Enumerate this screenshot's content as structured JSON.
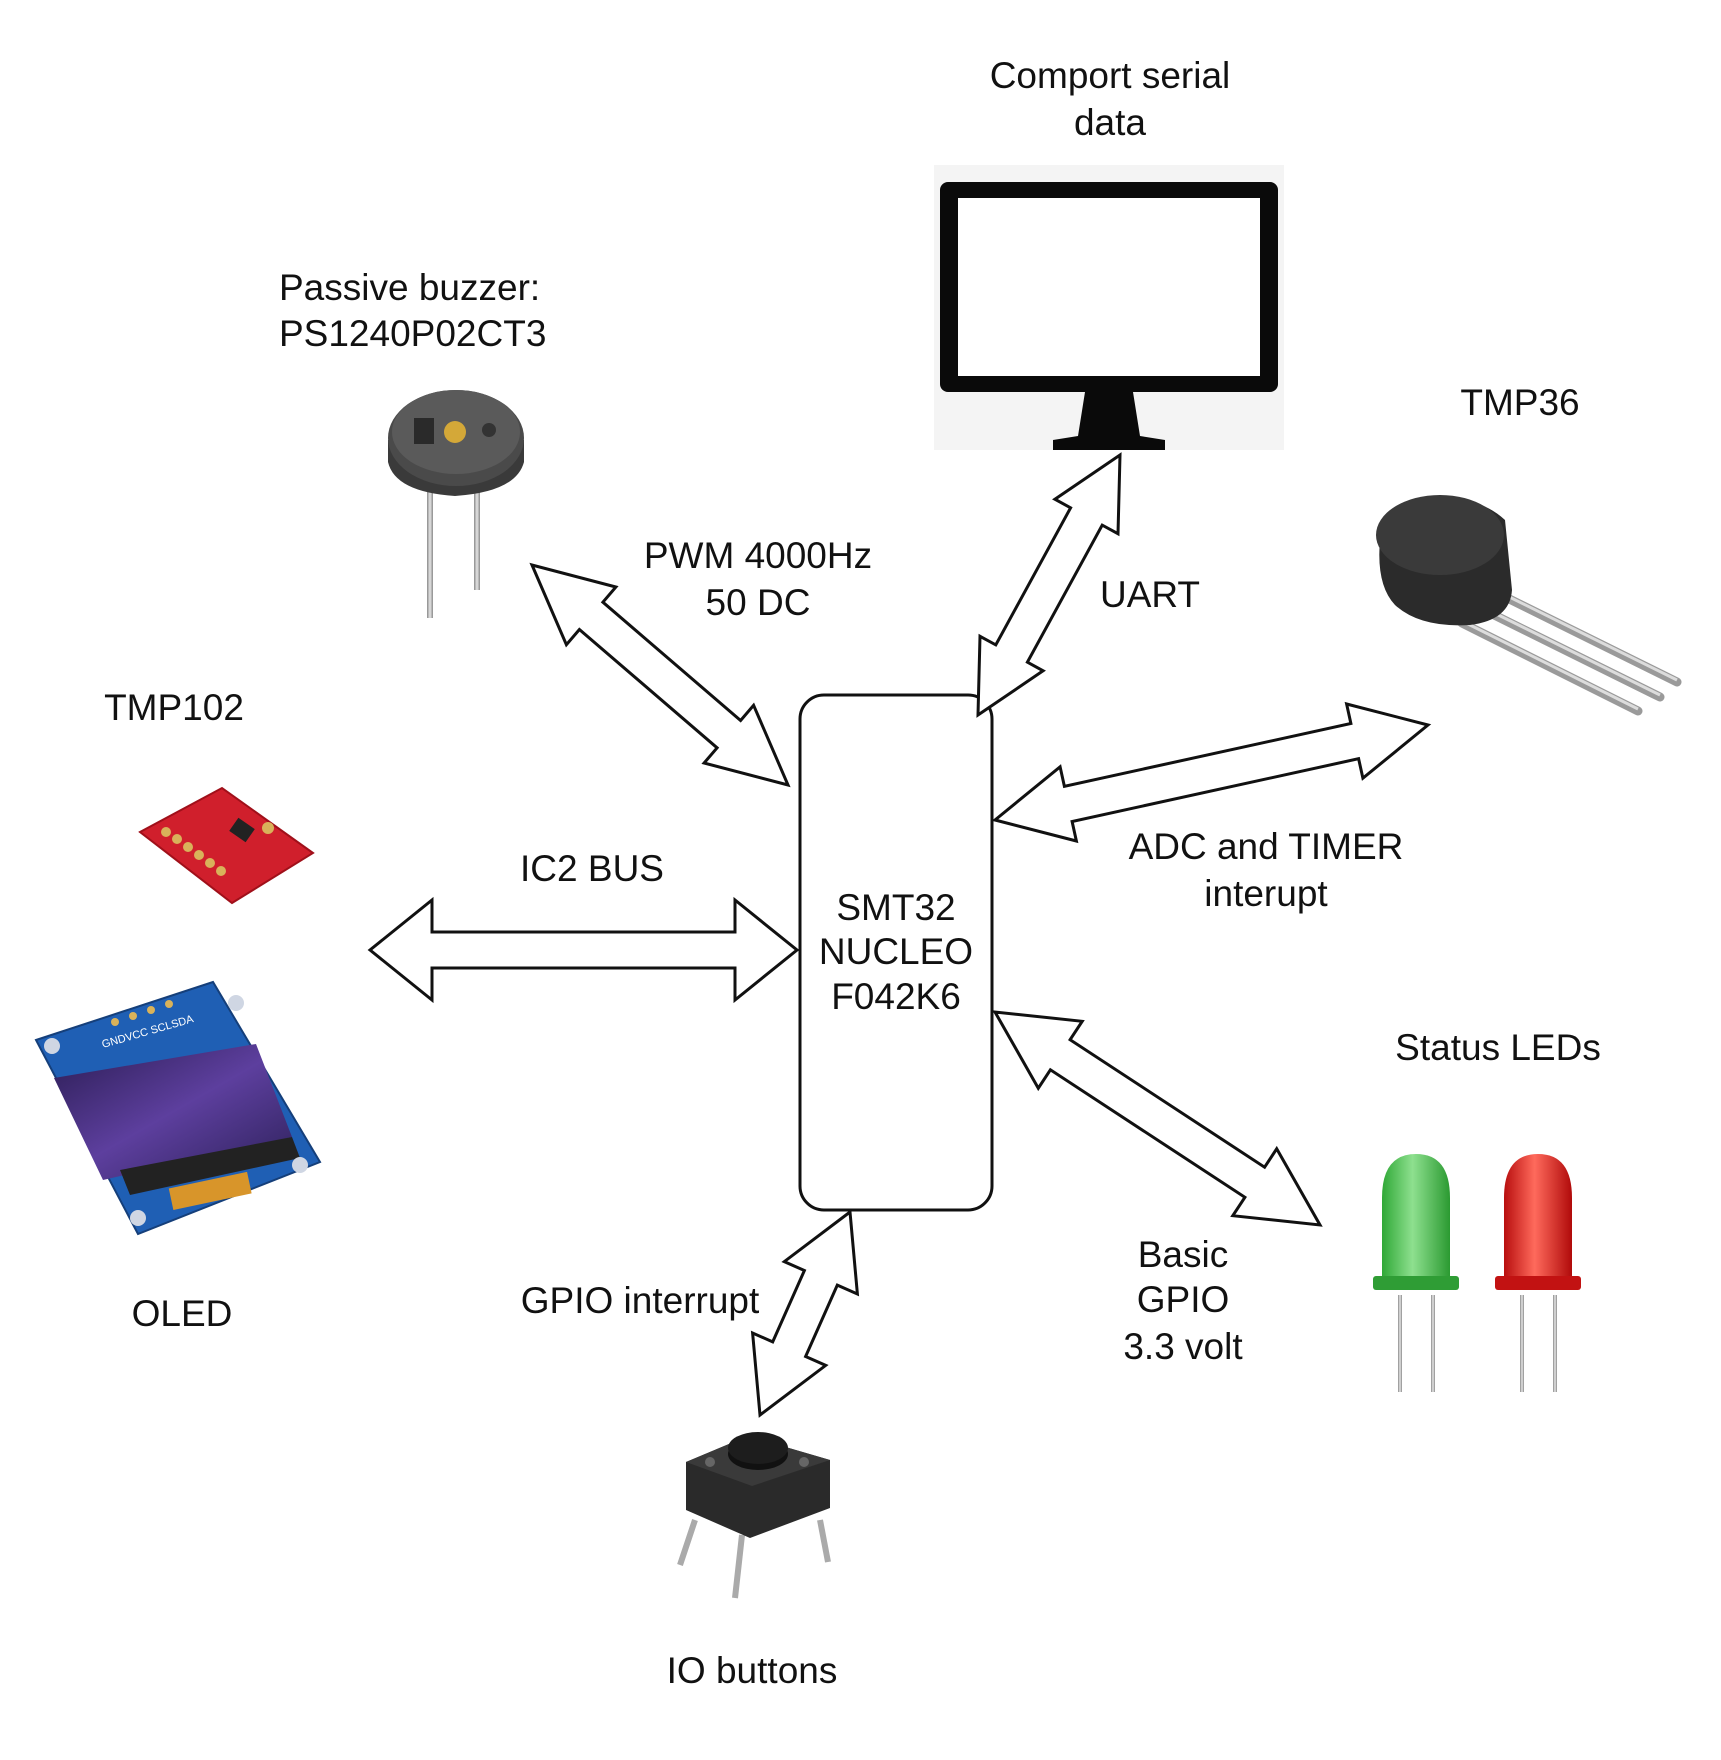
{
  "mcu": {
    "lines": [
      "SMT32",
      "NUCLEO",
      "F042K6"
    ]
  },
  "components": {
    "computer": {
      "label_lines": [
        "Comport serial",
        "data"
      ],
      "icon": "monitor-icon"
    },
    "buzzer": {
      "label_lines": [
        "Passive buzzer:",
        "PS1240P02CT3"
      ],
      "icon": "buzzer-icon"
    },
    "tmp36": {
      "label": "TMP36",
      "icon": "tmp36-sensor-icon"
    },
    "tmp102": {
      "label": "TMP102",
      "icon": "tmp102-board-icon"
    },
    "oled": {
      "label": "OLED",
      "icon": "oled-display-icon",
      "pin_text": "GNDVCC SCLSDA"
    },
    "leds": {
      "label": "Status LEDs",
      "icon": "led-icon",
      "colors": {
        "green": "#3fbf45",
        "red": "#e01818"
      }
    },
    "buttons": {
      "label": "IO buttons",
      "icon": "tactile-button-icon"
    }
  },
  "connections": {
    "uart": {
      "label": "UART"
    },
    "pwm": {
      "label_lines": [
        "PWM 4000Hz",
        "50 DC"
      ]
    },
    "i2c": {
      "label": "IC2 BUS"
    },
    "adc": {
      "label_lines": [
        "ADC and TIMER",
        "interupt"
      ]
    },
    "gpio_basic": {
      "label_lines": [
        "Basic",
        "GPIO",
        "3.3 volt"
      ]
    },
    "gpio_interrupt": {
      "label": "GPIO interrupt"
    }
  }
}
